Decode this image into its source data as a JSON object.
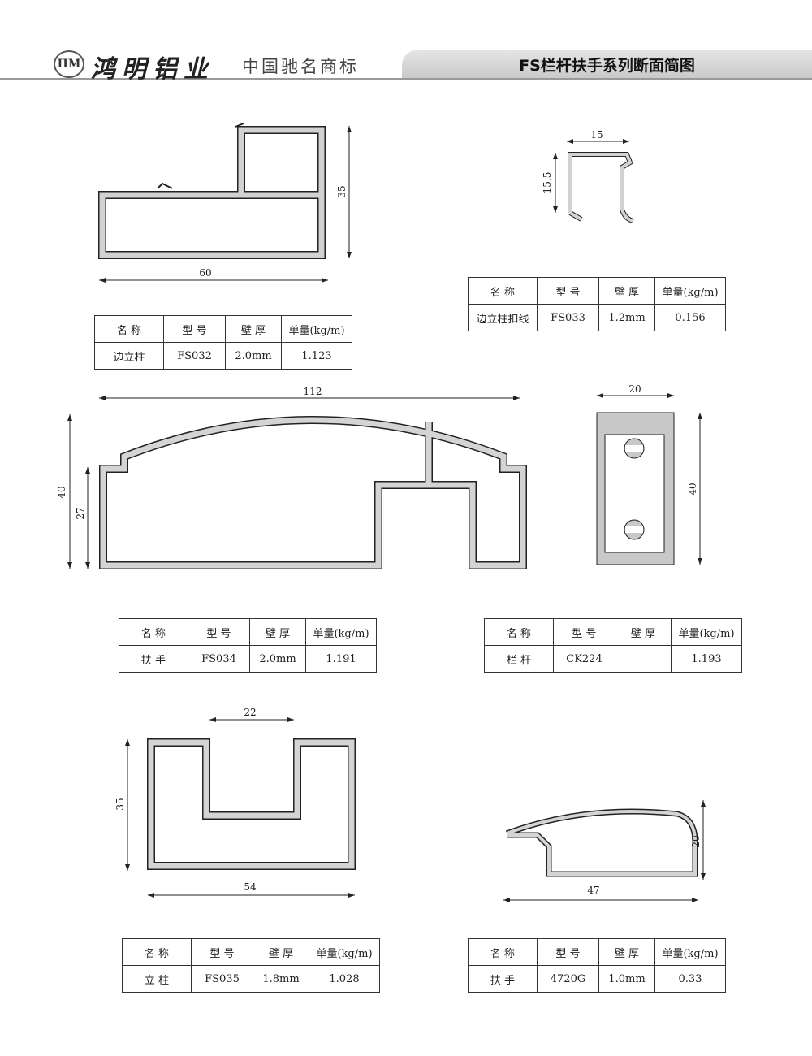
{
  "header": {
    "logo_text": "鸿明铝业",
    "slogan": "中国驰名商标",
    "title": "FS栏杆扶手系列断面简图"
  },
  "table_headers": [
    "名 称",
    "型 号",
    "壁 厚",
    "单量(kg/m)"
  ],
  "profiles": [
    {
      "name": "边立柱",
      "model": "FS032",
      "thickness": "2.0mm",
      "weight": "1.123",
      "dims": [
        "60",
        "35"
      ]
    },
    {
      "name": "边立柱扣线",
      "model": "FS033",
      "thickness": "1.2mm",
      "weight": "0.156",
      "dims": [
        "15",
        "15.5"
      ]
    },
    {
      "name": "扶 手",
      "model": "FS034",
      "thickness": "2.0mm",
      "weight": "1.191",
      "dims": [
        "112",
        "40",
        "27"
      ]
    },
    {
      "name": "栏 杆",
      "model": "CK224",
      "thickness": "",
      "weight": "1.193",
      "dims": [
        "20",
        "40"
      ]
    },
    {
      "name": "立 柱",
      "model": "FS035",
      "thickness": "1.8mm",
      "weight": "1.028",
      "dims": [
        "22",
        "35",
        "54"
      ]
    },
    {
      "name": "扶 手",
      "model": "4720G",
      "thickness": "1.0mm",
      "weight": "0.33",
      "dims": [
        "47",
        "20"
      ]
    }
  ]
}
